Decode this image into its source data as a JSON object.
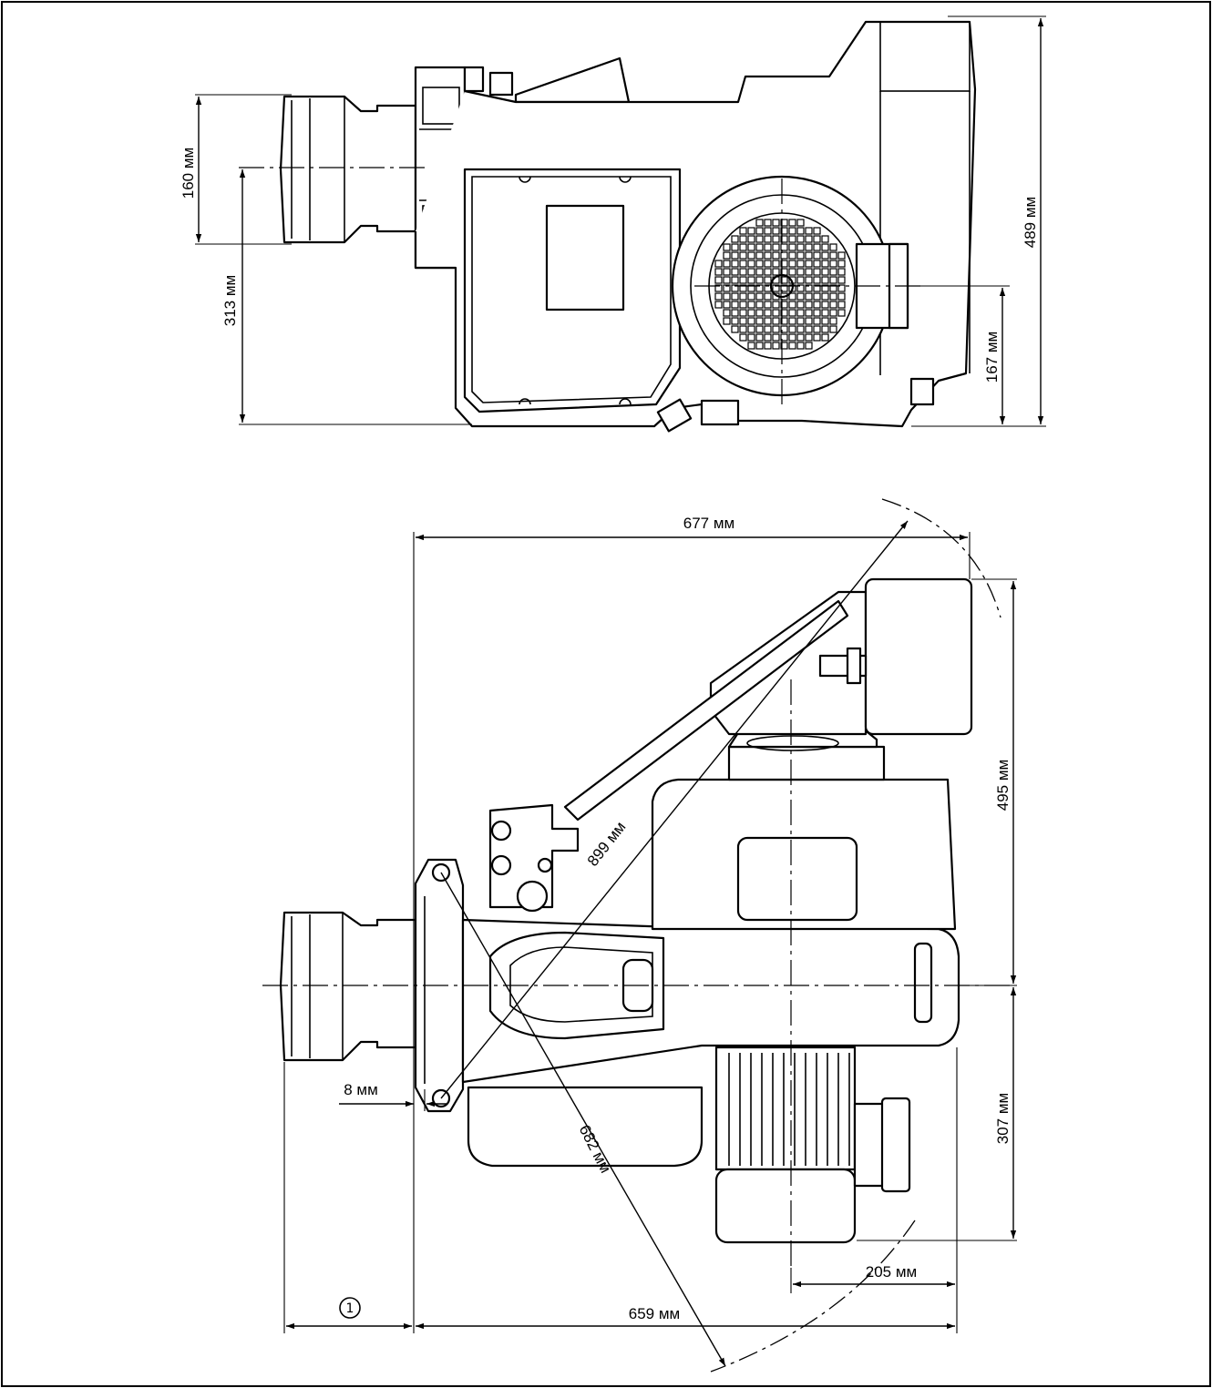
{
  "dimensions": {
    "top_view": {
      "outlet_height": "160 мм",
      "axis_height": "313 мм",
      "total_height": "489 мм",
      "motor_axis_height": "167 мм"
    },
    "side_view": {
      "total_width": "677 мм",
      "diagonal_long": "899 мм",
      "upper_height": "495 мм",
      "lower_height": "307 мм",
      "flange_gap": "8 мм",
      "diagonal_flange": "682 мм",
      "motor_offset": "205 мм",
      "body_length": "659 мм",
      "callout": "1"
    }
  },
  "colors": {
    "line": "#000000",
    "background": "#ffffff"
  }
}
